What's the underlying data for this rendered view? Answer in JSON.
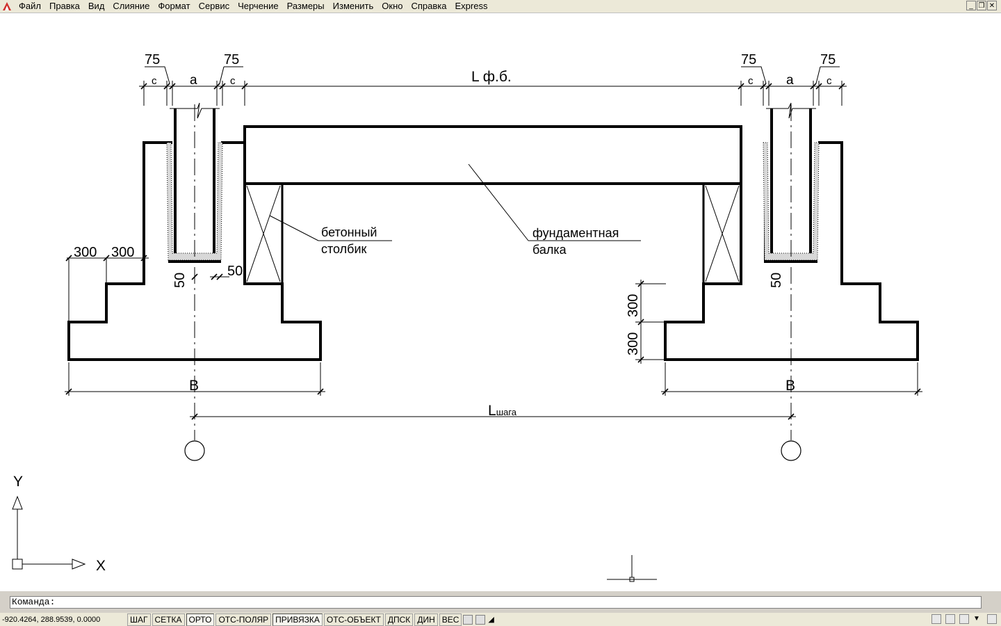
{
  "menubar": {
    "items": [
      "Файл",
      "Правка",
      "Вид",
      "Слияние",
      "Формат",
      "Сервис",
      "Черчение",
      "Размеры",
      "Изменить",
      "Окно",
      "Справка",
      "Express"
    ],
    "icon": "app-icon",
    "window_controls": [
      "minimize-icon",
      "restore-icon",
      "close-icon"
    ]
  },
  "drawing": {
    "dims": {
      "d75_left_a": "75",
      "d75_left_b": "75",
      "d75_right_a": "75",
      "d75_right_b": "75",
      "c_left_1": "c",
      "a_left": "a",
      "c_left_2": "c",
      "c_right_1": "c",
      "a_right": "a",
      "c_right_2": "c",
      "l_fb": "L ф.б.",
      "d300_h1": "300",
      "d300_h2": "300",
      "d50_h": "50",
      "d50_v_left": "50",
      "d50_v_right": "50",
      "d300_v1": "300",
      "d300_v2": "300",
      "b_left": "B",
      "b_right": "B",
      "l_step_main": "L",
      "l_step_sub": "шага"
    },
    "labels": {
      "post_line1": "бетонный",
      "post_line2": "столбик",
      "beam_line1": "фундаментная",
      "beam_line2": "балка"
    },
    "ucs": {
      "y_label": "Y",
      "x_label": "X"
    }
  },
  "command": {
    "prompt": "Команда:"
  },
  "statusbar": {
    "coords": "-920.4264, 288.9539, 0.0000",
    "toggles": [
      "ШАГ",
      "СЕТКА",
      "ОРТО",
      "ОТС-ПОЛЯР",
      "ПРИВЯЗКА",
      "ОТС-ОБЪЕКТ",
      "ДПСК",
      "ДИН",
      "ВЕС"
    ],
    "active": [
      "ОРТО",
      "ПРИВЯЗКА"
    ]
  }
}
